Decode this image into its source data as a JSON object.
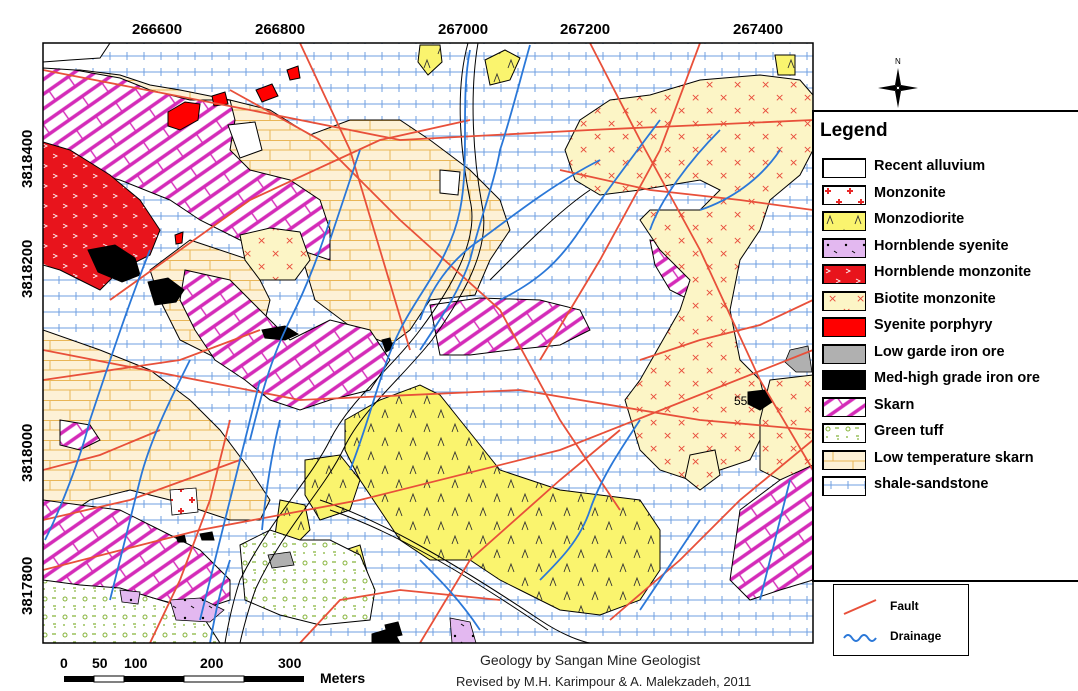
{
  "axes": {
    "x_ticks": [
      "266600",
      "266800",
      "267000",
      "267200",
      "267400"
    ],
    "y_ticks": [
      "3818400",
      "3818200",
      "3818000",
      "3817800"
    ]
  },
  "legend": {
    "title": "Legend",
    "units": [
      {
        "label": "Recent alluvium",
        "color": "#ffffff",
        "pattern": "none"
      },
      {
        "label": "Monzonite",
        "color": "#ffffff",
        "pattern": "red-crosses"
      },
      {
        "label": "Monzodiorite",
        "color": "#faf46e",
        "pattern": "lambda"
      },
      {
        "label": "Hornblende syenite",
        "color": "#e3b8f0",
        "pattern": "dots"
      },
      {
        "label": "Hornblende monzonite",
        "color": "#e8141c",
        "pattern": "chevrons"
      },
      {
        "label": "Biotite monzonite",
        "color": "#fcf5c6",
        "pattern": "red-x"
      },
      {
        "label": "Syenite porphyry",
        "color": "#ff0000",
        "pattern": "none"
      },
      {
        "label": "Low garde iron ore",
        "color": "#b0b0b0",
        "pattern": "none"
      },
      {
        "label": "Med-high grade iron ore",
        "color": "#000000",
        "pattern": "none"
      },
      {
        "label": "Skarn",
        "color": "#ffffff",
        "pattern": "magenta-hatch"
      },
      {
        "label": "Green tuff",
        "color": "#ffffff",
        "pattern": "green-dots"
      },
      {
        "label": "Low temperature skarn",
        "color": "#fdf1d6",
        "pattern": "brick"
      },
      {
        "label": "shale-sandstone",
        "color": "#ffffff",
        "pattern": "blue-dash"
      }
    ]
  },
  "line_legend": [
    {
      "label": "Fault",
      "color": "#e8503a"
    },
    {
      "label": "Drainage",
      "color": "#2b78d8"
    }
  ],
  "north_arrow": {
    "label": "N",
    "icon": "north-arrow-icon"
  },
  "scale_bar": {
    "ticks": [
      "0",
      "50",
      "100",
      "200",
      "300"
    ],
    "unit": "Meters"
  },
  "point_label": "55",
  "credits": {
    "line1": "Geology by Sangan Mine Geologist",
    "line2": "Revised by M.H. Karimpour & A. Malekzadeh, 2011"
  },
  "colors": {
    "fault": "#e8503a",
    "drainage": "#2b78d8",
    "skarn": "#d42bb8",
    "shale": "#3d7fd6",
    "lts_fill": "#fdf1d6",
    "lts_line": "#e9b657",
    "biotite_fill": "#fcf5c6",
    "monzodiorite_fill": "#faf46e"
  }
}
